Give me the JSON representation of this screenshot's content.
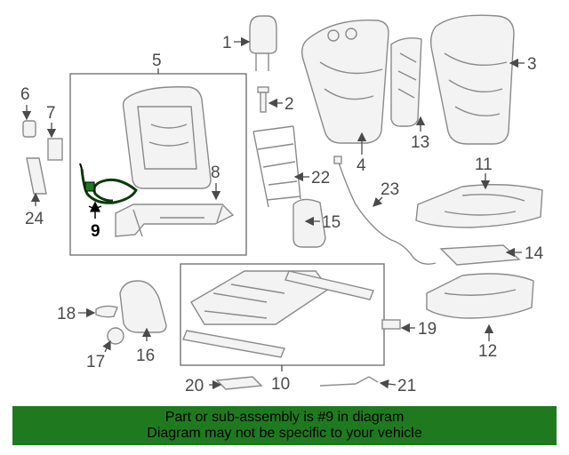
{
  "diagram": {
    "callouts": [
      "1",
      "2",
      "3",
      "4",
      "5",
      "6",
      "7",
      "8",
      "9",
      "10",
      "11",
      "12",
      "13",
      "14",
      "15",
      "16",
      "17",
      "18",
      "19",
      "20",
      "21",
      "22",
      "23",
      "24"
    ],
    "highlight_callout": "9",
    "colors": {
      "highlight": "#1f7a1f",
      "parts": "#8a8a8a",
      "text": "#4a4a4a"
    }
  },
  "banner": {
    "line1": "Part or sub-assembly is #9 in diagram",
    "line2": "Diagram may not be specific to your vehicle",
    "background": "#1f7a1f"
  }
}
